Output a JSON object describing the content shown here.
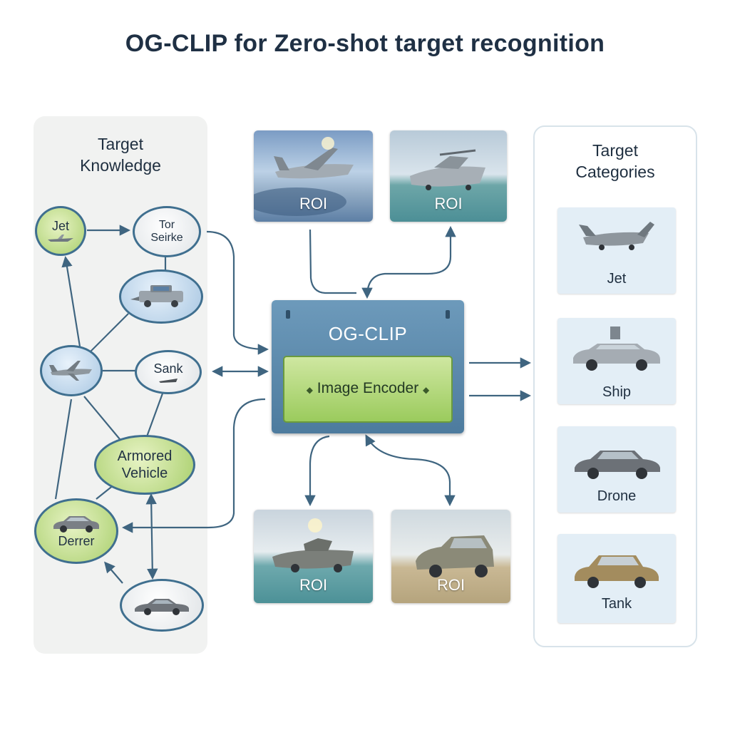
{
  "title": "OG-CLIP for Zero-shot target recognition",
  "knowledge_panel": {
    "title_line1": "Target",
    "title_line2": "Knowledge",
    "nodes": {
      "jet": "Jet",
      "tor_seirke_line1": "Tor",
      "tor_seirke_line2": "Seirke",
      "sank": "Sank",
      "armored_line1": "Armored",
      "armored_line2": "Vehicle",
      "derrer": "Derrer"
    }
  },
  "roi": {
    "top_left": "ROI",
    "top_right": "ROI",
    "bottom_left": "ROI",
    "bottom_right": "ROI"
  },
  "encoder": {
    "title": "OG-CLIP",
    "inner_label": "Image Encoder"
  },
  "categories_panel": {
    "title_line1": "Target",
    "title_line2": "Categories",
    "items": [
      "Jet",
      "Ship",
      "Drone",
      "Tank"
    ]
  },
  "colors": {
    "wire": "#3f6580",
    "node_green": "#a9cf6d",
    "encoder_blue": "#5a86a8",
    "encoder_green": "#9bcb5d"
  }
}
